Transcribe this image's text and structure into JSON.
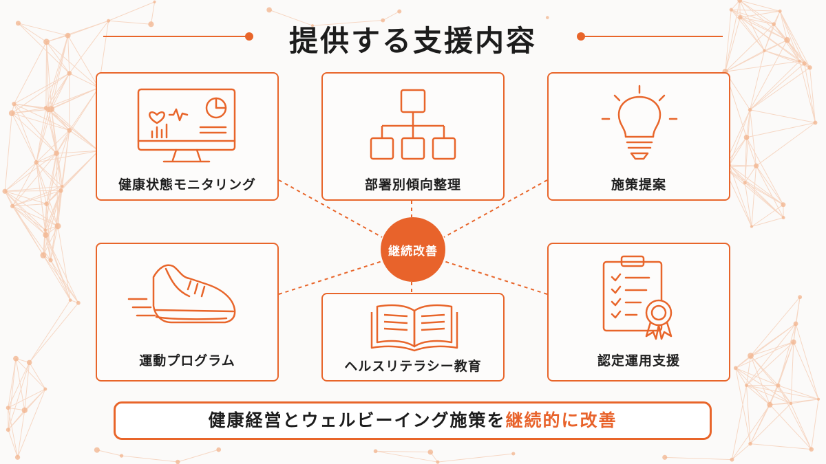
{
  "title": "提供する支援内容",
  "hub_label": "継続改善",
  "cards": [
    {
      "label": "健康状態モニタリング",
      "icon": "monitor-heart-chart-icon"
    },
    {
      "label": "部署別傾向整理",
      "icon": "org-chart-icon"
    },
    {
      "label": "施策提案",
      "icon": "lightbulb-icon"
    },
    {
      "label": "運動プログラム",
      "icon": "running-shoe-icon"
    },
    {
      "label": "ヘルスリテラシー教育",
      "icon": "open-book-icon"
    },
    {
      "label": "認定運用支援",
      "icon": "checklist-clipboard-award-icon"
    }
  ],
  "banner": {
    "text_before": "健康経営とウェルビーイング施策を",
    "text_highlight": "継続的に改善"
  },
  "colors": {
    "accent": "#e8632b",
    "text": "#1e1e1e",
    "background": "#fbfaf9"
  }
}
